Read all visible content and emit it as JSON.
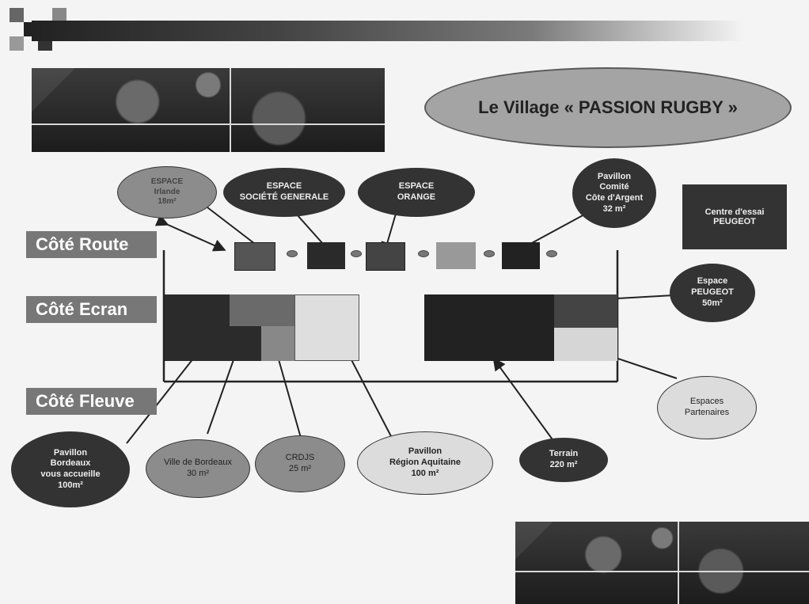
{
  "title": "Le Village « PASSION RUGBY »",
  "zones": {
    "route": "Côté Route",
    "ecran": "Côté Ecran",
    "fleuve": "Côté Fleuve"
  },
  "top_labels": {
    "irlande": "ESPACE\nIrlande\n18m²",
    "societe_generale": "ESPACE\nSOCIÉTÉ GENERALE",
    "orange": "ESPACE\nORANGE",
    "comite": "Pavillon\nComité\nCôte d'Argent\n32 m²",
    "centre_essai": "Centre d'essai\nPEUGEOT",
    "espace_peugeot": "Espace\nPEUGEOT\n50m²"
  },
  "bottom_labels": {
    "pavillon_bordeaux": "Pavillon\nBordeaux\nvous accueille\n100m²",
    "ville_bordeaux": "Ville de Bordeaux\n30 m²",
    "crdjs": "CRDJS\n25 m²",
    "region_aquitaine": "Pavillon\nRégion Aquitaine\n100 m²",
    "terrain": "Terrain\n220 m²",
    "partenaires": "Espaces\nPartenaires"
  },
  "colors": {
    "dark": "#333333",
    "mid": "#8c8c8c",
    "light": "#dcdcdc"
  }
}
